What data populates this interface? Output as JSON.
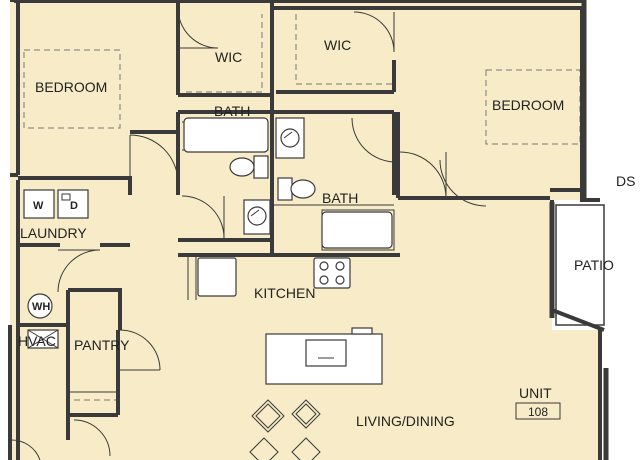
{
  "colors": {
    "floor": "#f7ecc7",
    "wall": "#3a3a3a",
    "patio": "#ffffff",
    "text": "#222222"
  },
  "rooms": {
    "bedroom_left": "BEDROOM",
    "wic_left": "WIC",
    "wic_right": "WIC",
    "bedroom_right": "BEDROOM",
    "bath_upper": "BATH",
    "bath_lower": "BATH",
    "laundry": "LAUNDRY",
    "kitchen": "KITCHEN",
    "pantry": "PANTRY",
    "hvac": "HVAC",
    "living_dining": "LIVING/DINING",
    "patio": "PATIO"
  },
  "fixtures": {
    "washer": "W",
    "dryer": "D",
    "water_heater": "WH"
  },
  "unit": {
    "label": "UNIT",
    "number": "108"
  },
  "corner_tag": "DS"
}
